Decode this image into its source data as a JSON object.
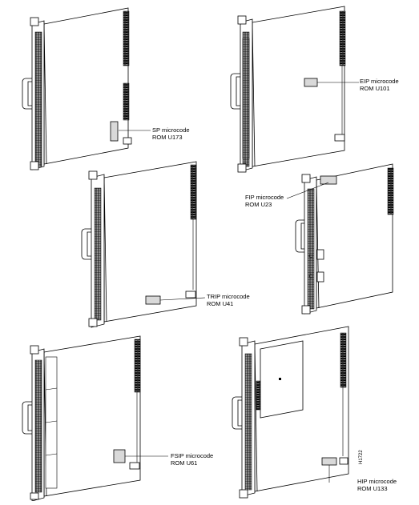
{
  "callouts": {
    "sp": {
      "line1": "SP microcode",
      "line2": "ROM U173"
    },
    "eip": {
      "line1": "EIP microcode",
      "line2": "ROM U101"
    },
    "fip": {
      "line1": "FIP microcode",
      "line2": "ROM U23"
    },
    "trip": {
      "line1": "TRIP microcode",
      "line2": "ROM U41"
    },
    "fsip": {
      "line1": "FSIP microcode",
      "line2": "ROM U61"
    },
    "hip": {
      "line1": "HIP microcode",
      "line2": "ROM U133"
    }
  },
  "figure_id": "H1722",
  "colors": {
    "ink": "#000000",
    "paper": "#ffffff",
    "shade": "#d9d9d9"
  }
}
